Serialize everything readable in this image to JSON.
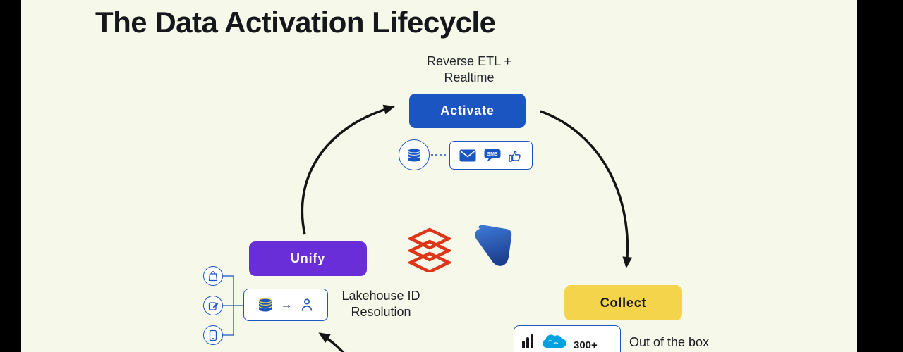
{
  "slide": {
    "title": "The Data Activation Lifecycle"
  },
  "nodes": {
    "activate": {
      "label": "Activate",
      "annotation": {
        "line1": "Reverse ETL +",
        "line2": "Realtime"
      }
    },
    "unify": {
      "label": "Unify"
    },
    "collect": {
      "label": "Collect"
    }
  },
  "labels": {
    "lakehouse": {
      "line1": "Lakehouse ID",
      "line2": "Resolution"
    },
    "out_of_the_box": "Out of the box",
    "connector_count": "300+",
    "sms_badge": "SMS",
    "flow_arrow": "→"
  },
  "icons": {
    "database": "database-icon",
    "email": "email-icon",
    "sms": "sms-bubble-icon",
    "thumbs_up": "thumbs-up-icon",
    "shopping_bag": "shopping-bag-icon",
    "edit": "edit-icon",
    "mobile": "mobile-phone-icon",
    "person": "person-icon",
    "stacked_layers": "databricks-logo",
    "blue_fin": "partner-logo",
    "bars": "bar-chart-icon",
    "cloud": "salesforce-cloud-icon"
  },
  "colors": {
    "bg": "#f6f8e9",
    "ink": "#15171a",
    "blue": "#1b55c1",
    "purple": "#6a2ed8",
    "yellow": "#f3d44a",
    "red": "#de3618",
    "sf_blue": "#00a1e0",
    "arrow": "#141414"
  }
}
